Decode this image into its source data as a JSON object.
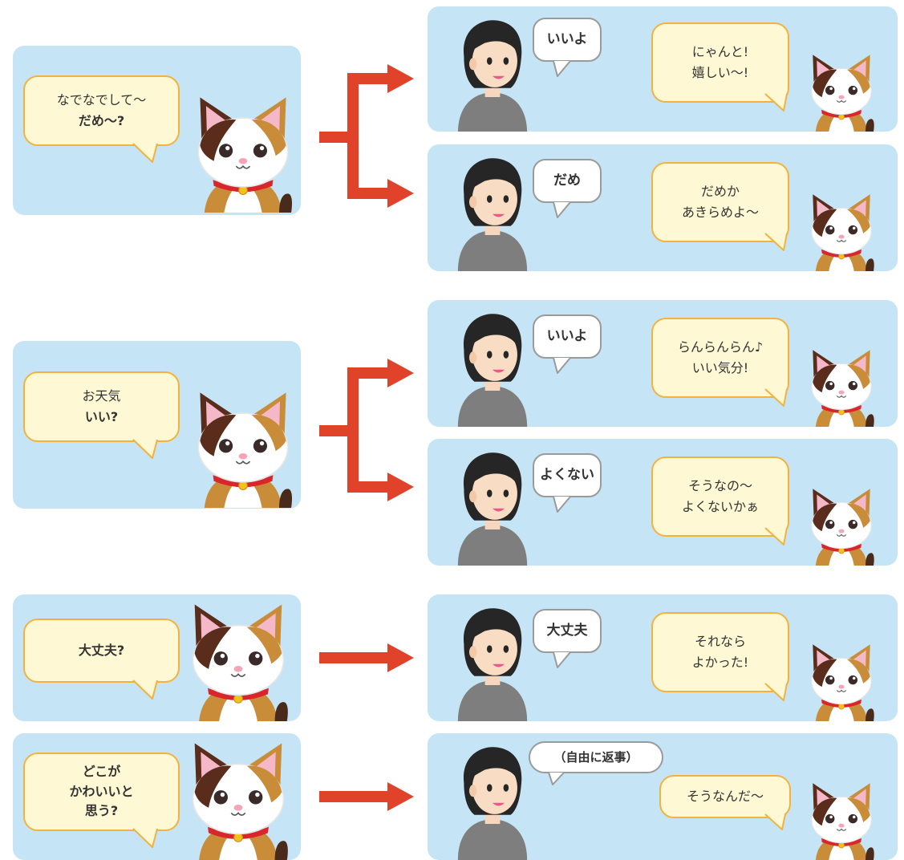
{
  "colors": {
    "panel": "#c5e5f6",
    "cat_bubble_fill": "#fff8d4",
    "cat_bubble_border": "#f3b23e",
    "person_bubble_border": "#9a9a9a",
    "arrow": "#e0432a"
  },
  "rows": [
    {
      "prompt": {
        "line1": "なでなでして～",
        "line2": "だめ～?"
      },
      "responses": [
        {
          "person": "いいよ",
          "cat_line1": "にゃんと!",
          "cat_line2": "嬉しい～!"
        },
        {
          "person": "だめ",
          "cat_line1": "だめか",
          "cat_line2": "あきらめよ～"
        }
      ]
    },
    {
      "prompt": {
        "line1": "お天気",
        "line2": "いい?"
      },
      "responses": [
        {
          "person": "いいよ",
          "cat_line1": "らんらんらん♪",
          "cat_line2": "いい気分!"
        },
        {
          "person": "よくない",
          "cat_line1": "そうなの～",
          "cat_line2": "よくないかぁ"
        }
      ]
    },
    {
      "prompt": {
        "text": "大丈夫?"
      },
      "responses": [
        {
          "person": "大丈夫",
          "cat_line1": "それなら",
          "cat_line2": "よかった!"
        }
      ]
    },
    {
      "prompt": {
        "text": "どこが\nかわいいと\n思う?"
      },
      "responses": [
        {
          "person": "（自由に返事）",
          "cat_line1": "そうなんだ～"
        }
      ]
    }
  ],
  "icons": {
    "cat": "calico-cat-icon",
    "person": "person-icon"
  }
}
